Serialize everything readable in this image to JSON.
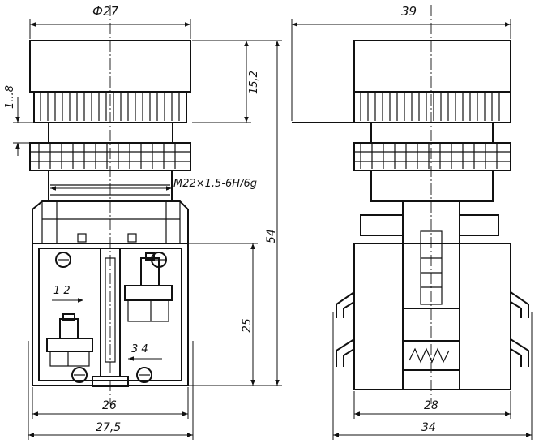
{
  "dimensions": {
    "front_diameter": "Ф27",
    "cap_height": "15,2",
    "travel": "1...8",
    "thread": "M22×1,5-6H/6g",
    "total_height": "54",
    "base_height": "25",
    "front_base_width": "26",
    "front_overall_width": "27,5",
    "side_top_width": "39",
    "side_base_width": "28",
    "side_overall_width": "34"
  },
  "contacts": {
    "upper_pair": "1 2",
    "lower_pair": "3 4"
  }
}
